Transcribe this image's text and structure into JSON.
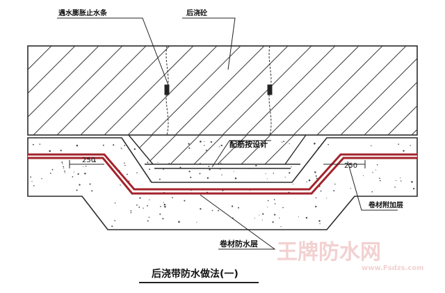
{
  "labels": {
    "water_stop": "遇水膨胀止水条",
    "post_pour_concrete": "后浇砼",
    "rebar_note": "配筋按设计",
    "membrane_layer": "卷材防水层",
    "membrane_extra_layer": "卷材附加层",
    "dim_left": "250",
    "dim_right": "250"
  },
  "caption": "后浇带防水做法(一)",
  "watermark": {
    "brand": "王牌防水网",
    "url": "www.Fsdzs.com"
  },
  "colors": {
    "membrane": "#a3232b",
    "line": "#2a2a2a",
    "background": "#ffffff",
    "watermark": "#f1c9c9"
  }
}
